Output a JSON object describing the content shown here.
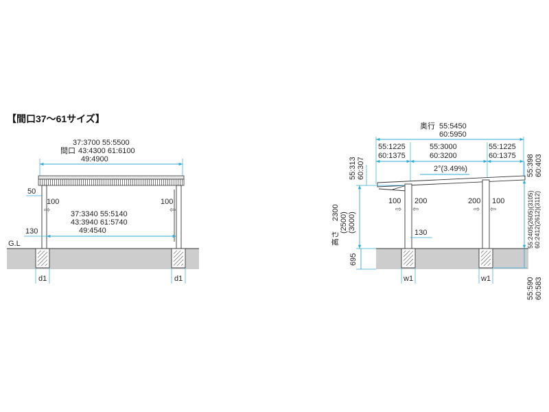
{
  "title": "【間口37～61サイズ】",
  "front": {
    "width_label": "間口",
    "width_values": [
      "37:3700  55:5500",
      "43:4300  61:6100",
      "49:4900"
    ],
    "inner_values": [
      "37:3340  55:5140",
      "43:3940  61:5740",
      "49:4540"
    ],
    "dim_50": "50",
    "dim_100_left": "100",
    "dim_100_right": "100",
    "dim_130": "130",
    "ground_label": "G.L",
    "footing_left": "d1",
    "footing_right": "d1"
  },
  "side": {
    "depth_label": "奥行",
    "depth_values": [
      "55:5450",
      "60:5950"
    ],
    "span_left": [
      "55:1225",
      "60:1375"
    ],
    "span_center": [
      "55:3000",
      "60:3200"
    ],
    "span_right": [
      "55:1225",
      "60:1375"
    ],
    "slope": "2°(3.49%)",
    "front_offset": [
      "55:313",
      "60:307"
    ],
    "rear_offset": [
      "55:398",
      "60:403"
    ],
    "height_values": [
      "2300",
      "(2500)",
      "(3000)"
    ],
    "height_label": "高さ",
    "rear_height": [
      "55:2405(2605)(3105)",
      "60:2412(2612)(3112)"
    ],
    "dim_100_left": "100",
    "dim_200_left": "200",
    "dim_200_right": "200",
    "dim_100_right": "100",
    "dim_130": "130",
    "embed": "695",
    "embed_rear": [
      "55:590",
      "60:583"
    ],
    "footing_left": "w1",
    "footing_right": "w1"
  },
  "icons": {
    "drain_arrow_right": "⇨",
    "drain_arrow_left": "⇦"
  },
  "colors": {
    "dimension_line": "#2fa9d6",
    "ground": "#cdcdcd"
  }
}
